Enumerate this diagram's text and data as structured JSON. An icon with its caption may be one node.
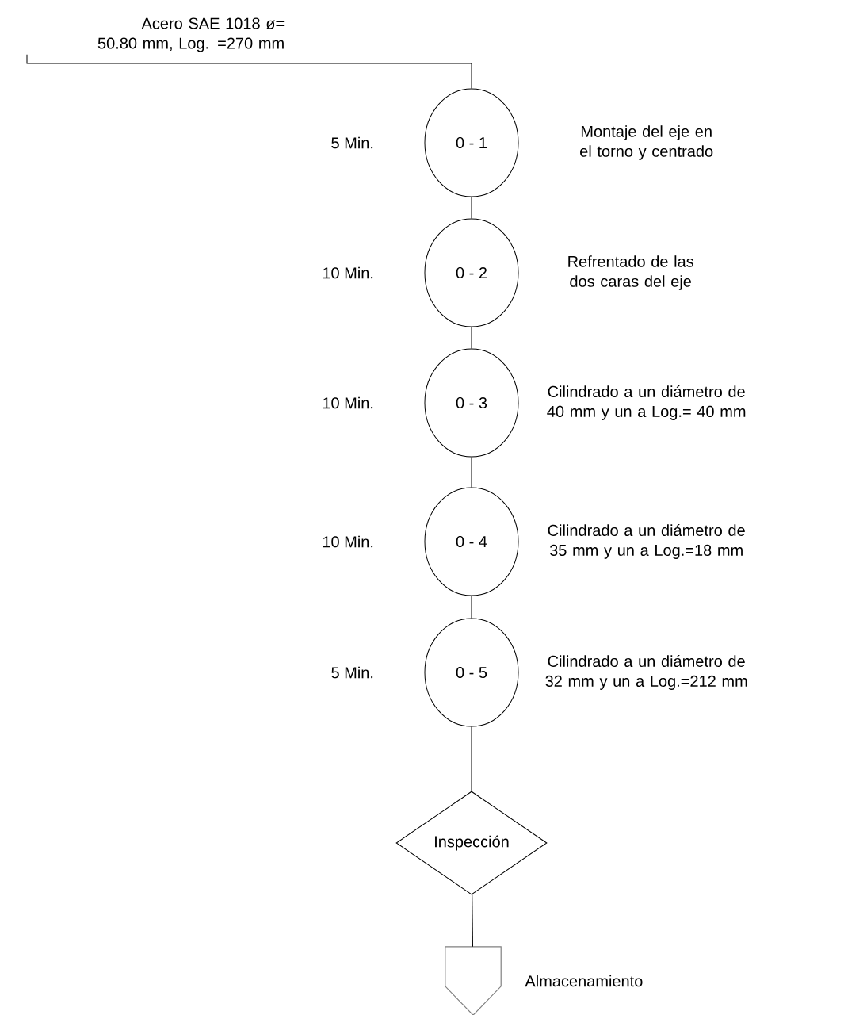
{
  "diagram": {
    "nodes": [
      {
        "text": [
          "Acero SAE 1018 ø= 50.80 mm, Log. =270 mm"
        ]
      },
      {
        "text": [
          "0 - 1"
        ],
        "beside": [
          "5 Min.",
          "Montaje del eje en el torno y centrado"
        ]
      },
      {
        "text": [
          "0 - 2"
        ],
        "beside": [
          "10 Min.",
          "Refrentado de las dos caras del eje"
        ]
      },
      {
        "text": [
          "0 - 3"
        ],
        "beside": [
          "10 Min.",
          "Cilindrado a un diámetro de 40 mm y un a Log.= 40 mm"
        ]
      },
      {
        "text": [
          "0 - 4"
        ],
        "beside": [
          "10 Min.",
          "Cilindrado a un diámetro de 35 mm y un a Log.=18 mm"
        ]
      },
      {
        "text": [
          "0 - 5"
        ],
        "beside": [
          "5 Min.",
          "Cilindrado a un diámetro de 32 mm y un a Log.=212 mm"
        ]
      },
      {
        "text": [
          "Inspección"
        ]
      },
      {
        "text": [],
        "shape": "pentagon",
        "beside": [
          "Almacenamiento"
        ]
      }
    ],
    "edges": [
      {
        "from": 0,
        "to": 1,
        "arrow": "none"
      },
      {
        "from": 1,
        "to": 2,
        "arrow": "none"
      },
      {
        "from": 2,
        "to": 3,
        "arrow": "none"
      },
      {
        "from": 3,
        "to": 4,
        "arrow": "none"
      },
      {
        "from": 4,
        "to": 5,
        "arrow": "none"
      },
      {
        "from": 5,
        "to": 6,
        "arrow": "none"
      },
      {
        "from": 6,
        "to": 7,
        "arrow": "none"
      }
    ]
  }
}
